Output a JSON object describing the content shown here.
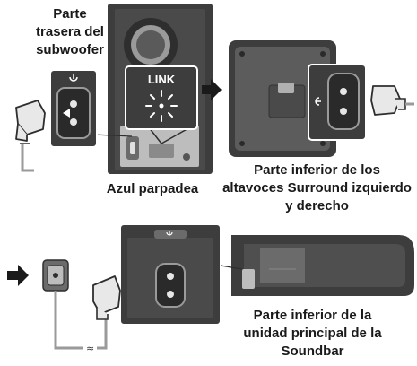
{
  "captions": {
    "subwoofer_back": [
      "Parte",
      "trasera del",
      "subwoofer"
    ],
    "link_label": "LINK",
    "blue_blinking": "Azul parpadea",
    "surround_bottom": [
      "Parte inferior de los",
      "altavoces Surround izquierdo",
      "y derecho"
    ],
    "soundbar_bottom": [
      "Parte inferior de la",
      "unidad principal de la",
      "Soundbar"
    ]
  },
  "colors": {
    "device_dark": "#3d3d3d",
    "device_mid": "#6b6b6b",
    "device_light": "#bdbdbd",
    "panel_light": "#d9d9d9",
    "cable_grey": "#9a9a9a",
    "arrow": "#1a1a1a"
  },
  "icons": [
    "power-symbol-icon",
    "arrow-right-icon",
    "wall-outlet-icon",
    "power-plug-icon",
    "led-blink-icon"
  ]
}
